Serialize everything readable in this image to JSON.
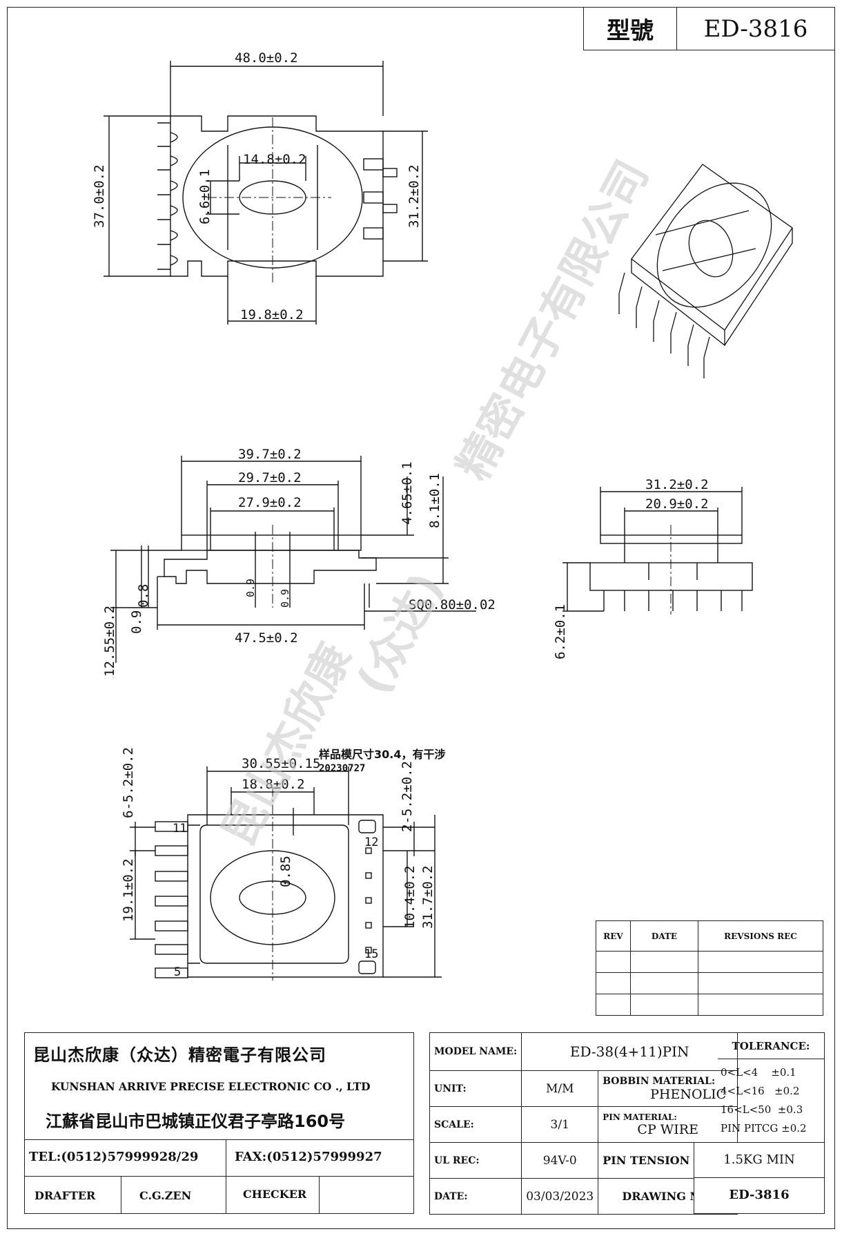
{
  "header": {
    "model_label": "型號",
    "model_value": "ED-3816"
  },
  "top_view": {
    "dim_width": "48.0±0.2",
    "dim_height": "37.0±0.2",
    "dim_oval_w": "14.8±0.2",
    "dim_oval_h": "6.6±0.1",
    "dim_right_h": "31.2±0.2",
    "dim_bottom_w": "19.8±0.2"
  },
  "front_view": {
    "dim_a": "39.7±0.2",
    "dim_b": "29.7±0.2",
    "dim_c": "27.9±0.2",
    "dim_d": "4.65±0.1",
    "dim_e": "8.1±0.1",
    "dim_f": "0.9",
    "dim_g": "0.9",
    "dim_h": "0.9",
    "dim_i": "0.8",
    "dim_j": "12.55±0.2",
    "dim_k": "47.5±0.2",
    "dim_sq": "SQ0.80±0.02"
  },
  "side_view": {
    "dim_a": "31.2±0.2",
    "dim_b": "20.9±0.2",
    "dim_h": "6.2±0.1"
  },
  "bottom_view": {
    "note_line1": "样品模尺寸30.4，有干涉",
    "note_line2": "20230727",
    "dim_a": "30.55±0.15",
    "dim_b": "18.8±0.2",
    "dim_c": "6-5.2±0.2",
    "dim_d": "2-5.2±0.2",
    "dim_e": "19.1±0.2",
    "dim_f": "0.85",
    "dim_g": "10.4±0.2",
    "dim_h": "31.7±0.2",
    "pin_11": "11",
    "pin_12": "12",
    "pin_15": "15",
    "pin_5": "5"
  },
  "watermark": {
    "line1": "精密电子有限公司",
    "line2": "(众达)",
    "line3": "昆山杰欣康"
  },
  "rev_table": {
    "headers": [
      "REV",
      "DATE",
      "REVSIONS  REC"
    ]
  },
  "company": {
    "name_cn": "昆山杰欣康（众达）精密電子有限公司",
    "name_en": "KUNSHAN ARRIVE PRECISE ELECTRONIC CO ., LTD",
    "address": "江蘇省昆山市巴城镇正仪君子亭路160号",
    "tel": "TEL:(0512)57999928/29",
    "fax": "FAX:(0512)57999927",
    "drafter_label": "DRAFTER",
    "drafter_value": "C.G.ZEN",
    "checker_label": "CHECKER"
  },
  "specs": {
    "model_name_label": "MODEL NAME:",
    "model_name_value": "ED-38(4+11)PIN",
    "unit_label": "UNIT:",
    "unit_value": "M/M",
    "bobbin_label": "BOBBIN MATERIAL:",
    "bobbin_value": "PHENOLIC",
    "scale_label": "SCALE:",
    "scale_value": "3/1",
    "pin_material_label": "PIN MATERIAL:",
    "pin_material_value": "CP WIRE",
    "ul_label": "UL REC:",
    "ul_value": "94V-0",
    "tension_label": "PIN TENSION LOAD:",
    "tension_value": "1.5KG MIN",
    "date_label": "DATE:",
    "date_value": "03/03/2023",
    "drawing_label": "DRAWING NO:",
    "drawing_value": "ED-3816"
  },
  "tolerance": {
    "title": "TOLERANCE:",
    "rows": [
      "0<L<4    ±0.1",
      "4<L<16   ±0.2",
      "16<L<50  ±0.3",
      "PIN PITCG ±0.2"
    ]
  }
}
